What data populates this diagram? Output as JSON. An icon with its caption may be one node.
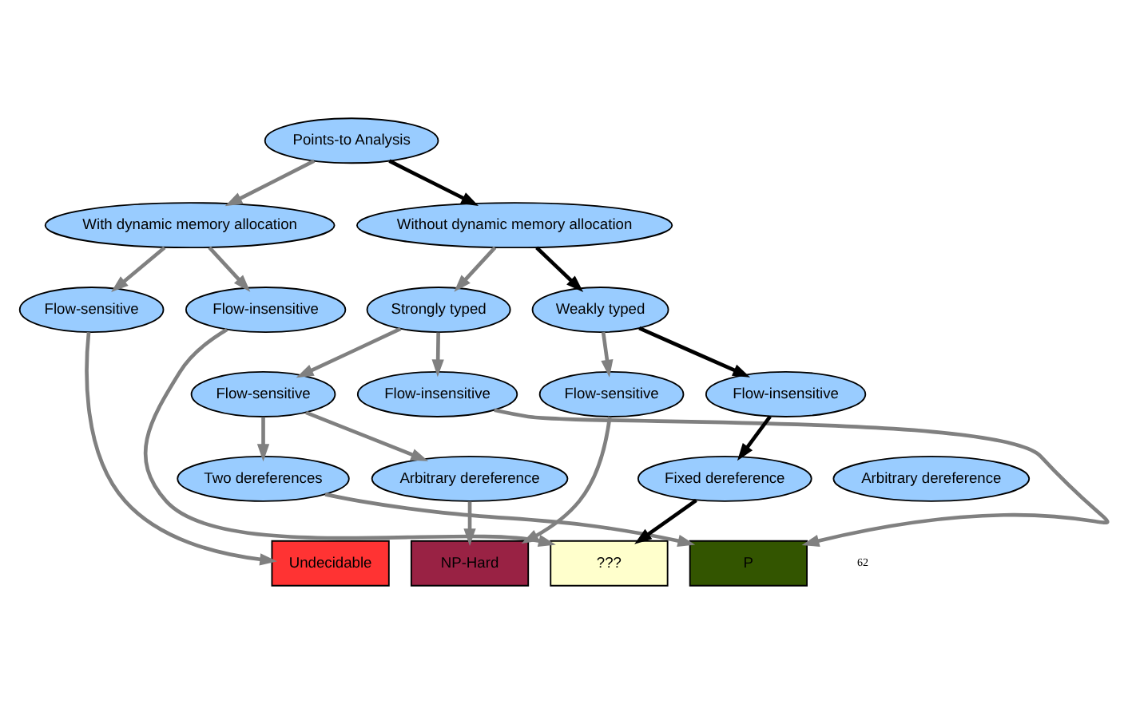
{
  "diagram": {
    "nodes": [
      {
        "text": [
          "Points-to Analysis"
        ]
      },
      {
        "text": [
          "With dynamic memory allocation"
        ]
      },
      {
        "text": [
          "Without dynamic memory allocation"
        ]
      },
      {
        "text": [
          "Flow-sensitive"
        ]
      },
      {
        "text": [
          "Flow-insensitive"
        ]
      },
      {
        "text": [
          "Strongly typed"
        ]
      },
      {
        "text": [
          "Weakly typed"
        ]
      },
      {
        "text": [
          "Flow-sensitive"
        ]
      },
      {
        "text": [
          "Flow-insensitive"
        ]
      },
      {
        "text": [
          "Flow-sensitive"
        ]
      },
      {
        "text": [
          "Flow-insensitive"
        ]
      },
      {
        "text": [
          "Two dereferences"
        ]
      },
      {
        "text": [
          "Arbitrary dereference"
        ]
      },
      {
        "text": [
          "Fixed dereference"
        ]
      },
      {
        "text": [
          "Arbitrary dereference"
        ]
      },
      {
        "text": [
          "Undecidable"
        ]
      },
      {
        "text": [
          "NP-Hard"
        ]
      },
      {
        "text": [
          "???"
        ]
      },
      {
        "text": [
          "P"
        ]
      }
    ],
    "edges": [
      {
        "from": 0,
        "to": 1,
        "arrow": "to"
      },
      {
        "from": 0,
        "to": 2,
        "arrow": "to",
        "color": "#000000"
      },
      {
        "from": 1,
        "to": 3,
        "arrow": "to"
      },
      {
        "from": 1,
        "to": 4,
        "arrow": "to"
      },
      {
        "from": 2,
        "to": 5,
        "arrow": "to"
      },
      {
        "from": 2,
        "to": 6,
        "arrow": "to",
        "color": "#000000"
      },
      {
        "from": 3,
        "to": 15,
        "arrow": "to"
      },
      {
        "from": 4,
        "to": 17,
        "arrow": "to"
      },
      {
        "from": 5,
        "to": 7,
        "arrow": "to"
      },
      {
        "from": 5,
        "to": 8,
        "arrow": "to"
      },
      {
        "from": 6,
        "to": 9,
        "arrow": "to"
      },
      {
        "from": 6,
        "to": 10,
        "arrow": "to",
        "color": "#000000"
      },
      {
        "from": 7,
        "to": 11,
        "arrow": "to"
      },
      {
        "from": 7,
        "to": 12,
        "arrow": "to"
      },
      {
        "from": 8,
        "to": 18,
        "arrow": "to"
      },
      {
        "from": 9,
        "to": 16,
        "arrow": "to"
      },
      {
        "from": 10,
        "to": 13,
        "arrow": "to",
        "color": "#000000"
      },
      {
        "from": 11,
        "to": 18,
        "arrow": "to"
      },
      {
        "from": 12,
        "to": 16,
        "arrow": "to"
      },
      {
        "from": 13,
        "to": 17,
        "arrow": "to",
        "color": "#000000"
      }
    ],
    "labels": [
      "62"
    ]
  }
}
